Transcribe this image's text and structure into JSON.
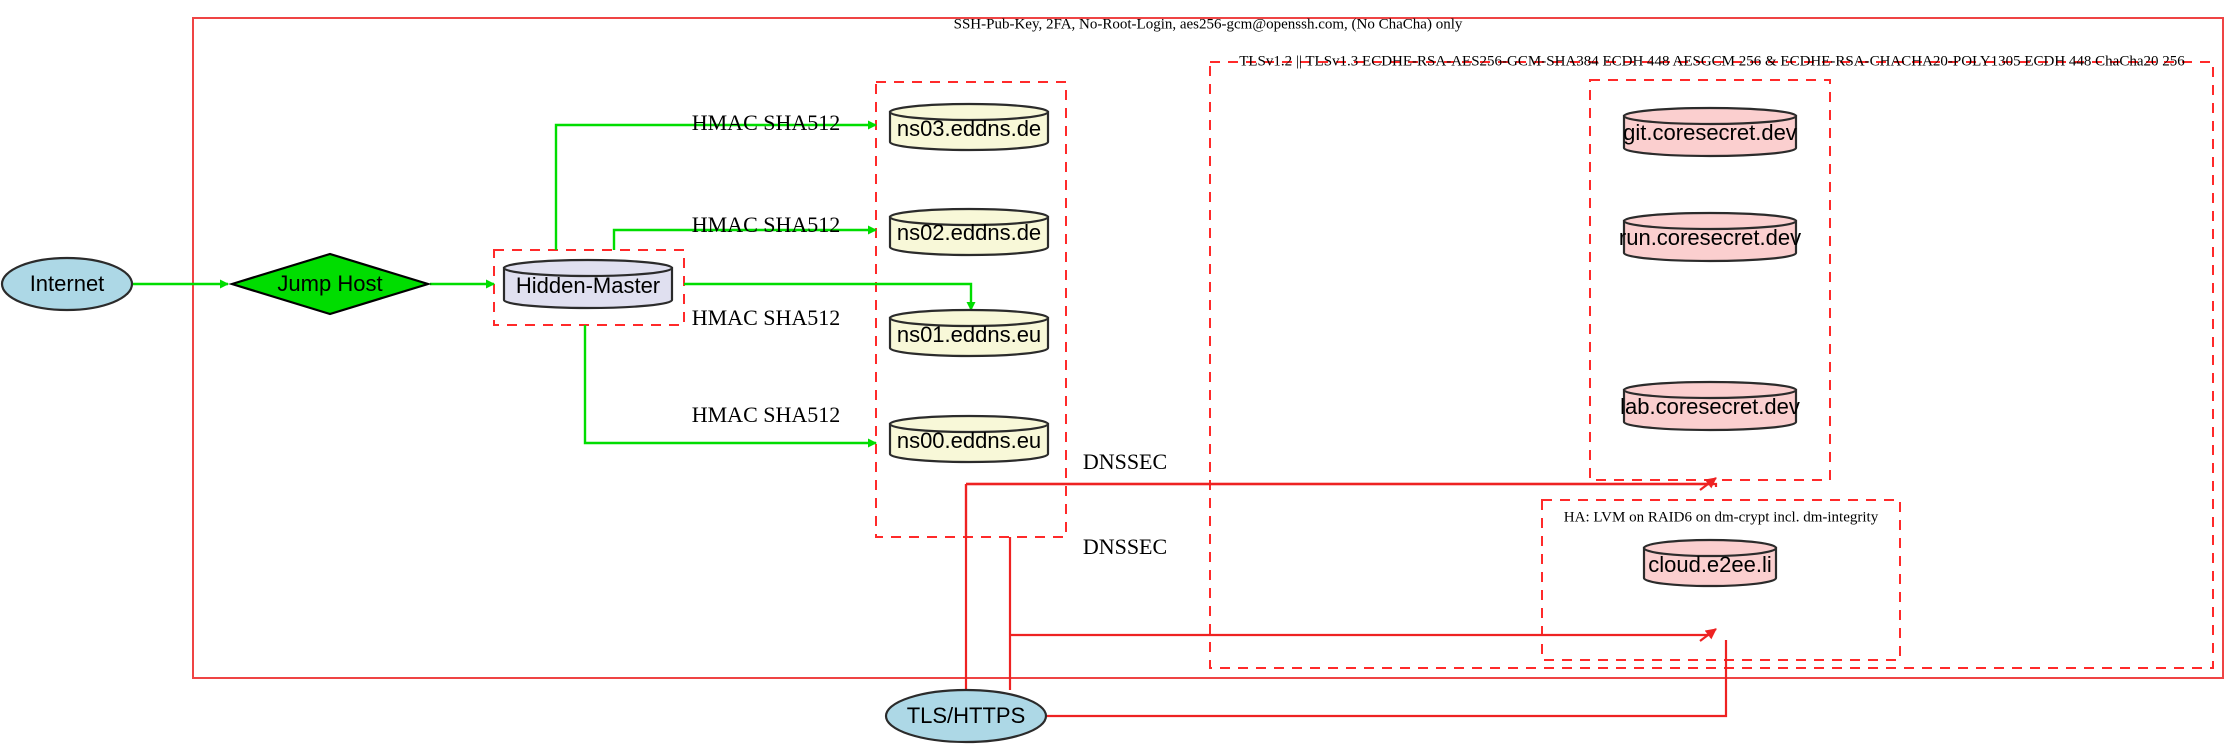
{
  "diagram": {
    "title_top": "SSH-Pub-Key, 2FA, No-Root-Login, aes256-gcm@openssh.com, (No ChaCha) only",
    "clusters": [
      {
        "id": "ssh-cluster",
        "label": "SSH-Pub-Key, 2FA, No-Root-Login, aes256-gcm@openssh.com, (No ChaCha) only",
        "style": "solid",
        "color": "#ef4444"
      },
      {
        "id": "tls-cluster",
        "label": "TLSv1.2 || TLSv1.3 ECDHE-RSA-AES256-GCM-SHA384 ECDH 448 AESGCM 256 & ECDHE-RSA-CHACHA20-POLY1305 ECDH 448 ChaCha20 256",
        "style": "dashed",
        "color": "#ff2a2a"
      },
      {
        "id": "ha-cluster",
        "label": "HA: LVM on RAID6 on dm-crypt incl. dm-integrity",
        "style": "dashed",
        "color": "#ff2a2a"
      },
      {
        "id": "hidden-master-cluster",
        "label": "",
        "style": "dashed",
        "color": "#ff2a2a"
      },
      {
        "id": "nameserver-cluster",
        "label": "",
        "style": "dashed",
        "color": "#ff2a2a"
      },
      {
        "id": "coresecret-cluster",
        "label": "",
        "style": "dashed",
        "color": "#ff2a2a"
      }
    ],
    "nodes": [
      {
        "id": "internet",
        "label": "Internet",
        "shape": "ellipse",
        "fill": "#add8e6"
      },
      {
        "id": "jump-host",
        "label": "Jump Host",
        "shape": "diamond",
        "fill": "#00dd00"
      },
      {
        "id": "hidden-master",
        "label": "Hidden-Master",
        "shape": "cylinder",
        "fill": "#e0e0f0"
      },
      {
        "id": "ns03",
        "label": "ns03.eddns.de",
        "shape": "cylinder",
        "fill": "#f8f8d8"
      },
      {
        "id": "ns02",
        "label": "ns02.eddns.de",
        "shape": "cylinder",
        "fill": "#f8f8d8"
      },
      {
        "id": "ns01",
        "label": "ns01.eddns.eu",
        "shape": "cylinder",
        "fill": "#f8f8d8"
      },
      {
        "id": "ns00",
        "label": "ns00.eddns.eu",
        "shape": "cylinder",
        "fill": "#f8f8d8"
      },
      {
        "id": "git-coresecret",
        "label": "git.coresecret.dev",
        "shape": "cylinder",
        "fill": "#fbcfcf"
      },
      {
        "id": "run-coresecret",
        "label": "run.coresecret.dev",
        "shape": "cylinder",
        "fill": "#fbcfcf"
      },
      {
        "id": "lab-coresecret",
        "label": "lab.coresecret.dev",
        "shape": "cylinder",
        "fill": "#fbcfcf"
      },
      {
        "id": "cloud-e2ee",
        "label": "cloud.e2ee.li",
        "shape": "cylinder",
        "fill": "#fbcfcf"
      },
      {
        "id": "tls-https",
        "label": "TLS/HTTPS",
        "shape": "ellipse",
        "fill": "#add8e6"
      }
    ],
    "edges": [
      {
        "id": "internet-to-jump",
        "from": "internet",
        "to": "jump-host",
        "label": "",
        "color": "#00dd00"
      },
      {
        "id": "jump-to-master",
        "from": "jump-host",
        "to": "hidden-master",
        "label": "",
        "color": "#00dd00"
      },
      {
        "id": "master-to-ns03",
        "from": "hidden-master",
        "to": "ns03",
        "label": "HMAC SHA512",
        "color": "#00dd00"
      },
      {
        "id": "master-to-ns02",
        "from": "hidden-master",
        "to": "ns02",
        "label": "HMAC SHA512",
        "color": "#00dd00"
      },
      {
        "id": "master-to-ns01",
        "from": "hidden-master",
        "to": "ns01",
        "label": "HMAC SHA512",
        "color": "#00dd00"
      },
      {
        "id": "master-to-ns00",
        "from": "hidden-master",
        "to": "ns00",
        "label": "HMAC SHA512",
        "color": "#00dd00"
      },
      {
        "id": "dnssec-upper",
        "from": "nameservers",
        "to": "coresecret",
        "label": "DNSSEC",
        "color": "#ee2222"
      },
      {
        "id": "dnssec-lower",
        "from": "nameservers",
        "to": "cloud",
        "label": "DNSSEC",
        "color": "#ee2222"
      },
      {
        "id": "tls-to-services",
        "from": "tls-https",
        "to": "coresecret",
        "label": "",
        "color": "#ee2222"
      }
    ],
    "edge_labels": {
      "hmac": "HMAC SHA512",
      "dnssec": "DNSSEC"
    },
    "colors": {
      "green": "#00dd00",
      "red": "#ee2222",
      "cluster_red": "#ff2a2a",
      "blue_node": "#add8e6",
      "yellow_node": "#f8f8d8",
      "pink_node": "#fbcfcf",
      "lavender_node": "#e0e0f0",
      "outline": "#2b2b2b"
    }
  }
}
